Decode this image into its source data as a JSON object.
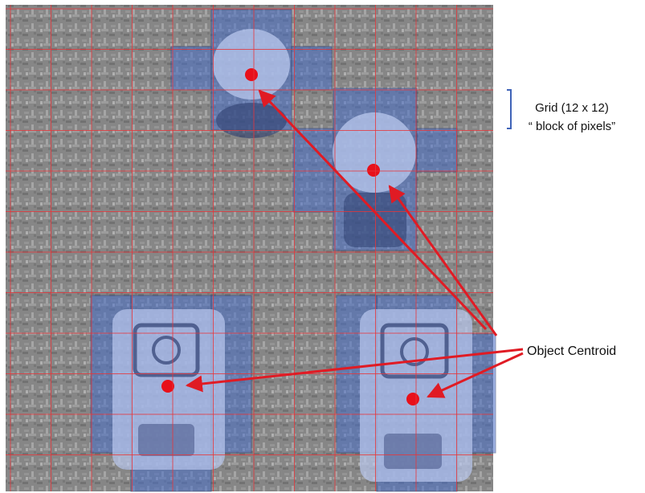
{
  "legend": {
    "grid_line1": "Grid (12 x 12)",
    "grid_line2": "“ block of pixels”"
  },
  "callout": {
    "label": "Object Centroid"
  },
  "colors": {
    "grid_line": "#e8353a",
    "highlight_fill": "#4a6fc9",
    "centroid": "#e8101a",
    "arrow": "#e01b24",
    "bracket": "#3f63b8",
    "background_gray": "#8a8a8a"
  },
  "objects": [
    {
      "name": "object-top-left",
      "shape": "round-cap"
    },
    {
      "name": "object-top-right",
      "shape": "round-cap"
    },
    {
      "name": "object-bottom-left",
      "shape": "gear-block"
    },
    {
      "name": "object-bottom-right",
      "shape": "gear-block"
    }
  ]
}
